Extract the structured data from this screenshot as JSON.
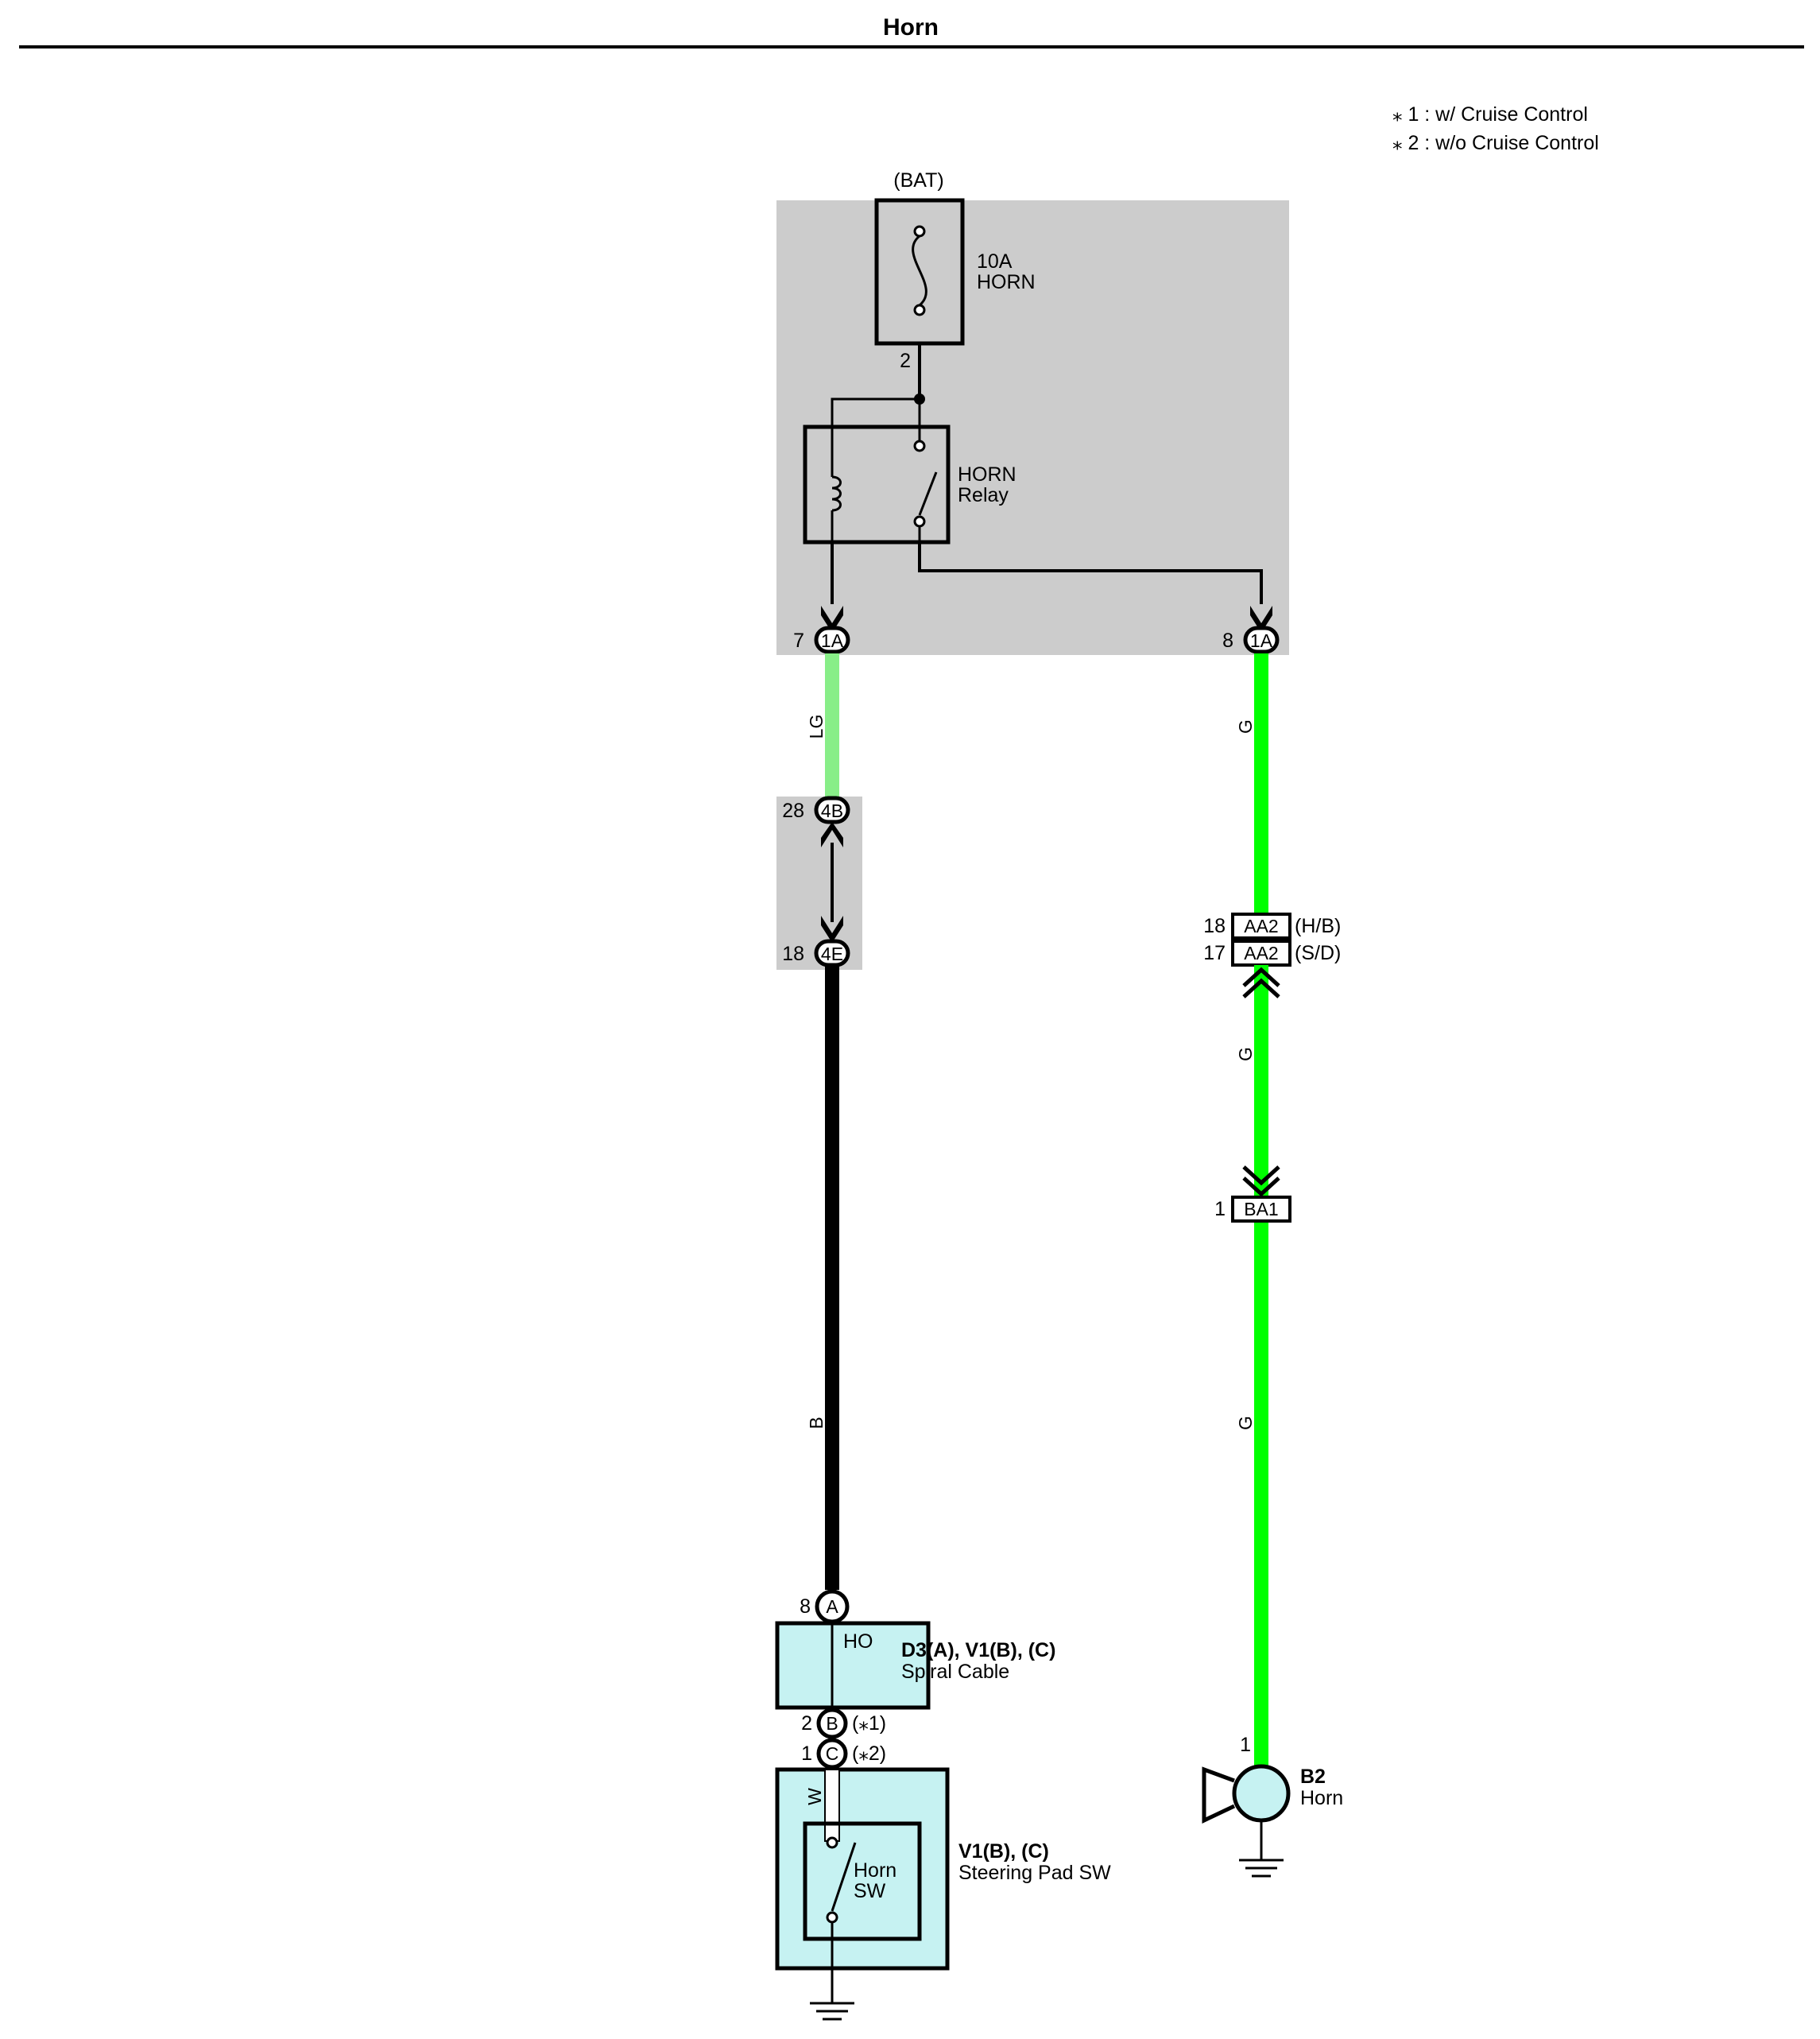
{
  "title": "Horn",
  "notes": [
    "⁎ 1 : w/ Cruise Control",
    "⁎ 2 : w/o Cruise Control"
  ],
  "colors": {
    "junction_block_bg": "#cccccc",
    "component_bg": "#c6f2f2",
    "wire_G": "#00ff00",
    "wire_LG": "#88ee88",
    "wire_B": "#000000"
  },
  "bat_label": "(BAT)",
  "fuse": {
    "rating": "10A",
    "name": "HORN",
    "pin": "2"
  },
  "relay": {
    "line1": "HORN",
    "line2": "Relay"
  },
  "connectors": {
    "left_1A": {
      "pin": "7",
      "code": "1A"
    },
    "right_1A": {
      "pin": "8",
      "code": "1A"
    },
    "c4B": {
      "pin": "28",
      "code": "4B"
    },
    "c4E": {
      "pin": "18",
      "code": "4E"
    },
    "aa2_hb": {
      "pin": "18",
      "code": "AA2",
      "note": "(H/B)"
    },
    "aa2_sd": {
      "pin": "17",
      "code": "AA2",
      "note": "(S/D)"
    },
    "ba1": {
      "pin": "1",
      "code": "BA1"
    },
    "spiral_A": {
      "pin": "8",
      "code": "A"
    },
    "spiral_B": {
      "pin": "2",
      "code": "B",
      "note": "(⁎1)"
    },
    "spiral_C": {
      "pin": "1",
      "code": "C",
      "note": "(⁎2)"
    },
    "horn_pin": {
      "pin": "1"
    }
  },
  "wires": {
    "lg": "LG",
    "g_top": "G",
    "g_mid": "G",
    "g_low": "G",
    "b": "B",
    "w": "W"
  },
  "spiral_cable": {
    "inner": "HO",
    "ids": "D3(A), V1(B), (C)",
    "name": "Spiral Cable"
  },
  "steering_pad": {
    "inner1": "Horn",
    "inner2": "SW",
    "ids": "V1(B), (C)",
    "name": "Steering Pad SW"
  },
  "horn": {
    "id": "B2",
    "name": "Horn"
  }
}
